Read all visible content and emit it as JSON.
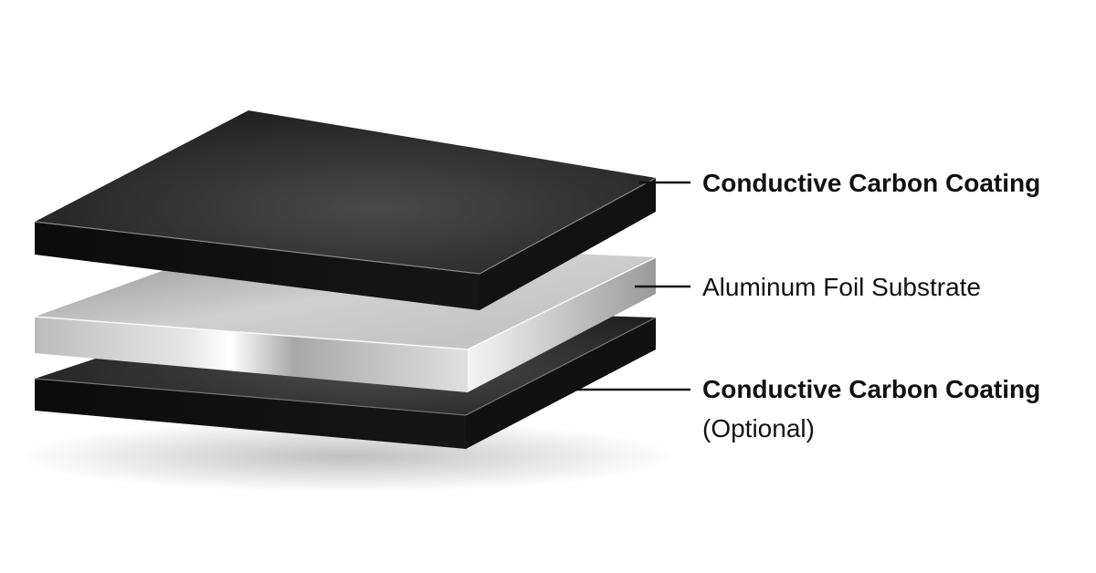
{
  "layers": [
    {
      "label": "Conductive Carbon Coating",
      "bold": true
    },
    {
      "label": "Aluminum Foil Substrate",
      "bold": false
    },
    {
      "label": "Conductive Carbon Coating",
      "sublabel": "(Optional)",
      "bold": true
    }
  ],
  "colors": {
    "carbon": "#1a1a1a",
    "aluminum": "#d9d9d9",
    "leader": "#111111"
  }
}
